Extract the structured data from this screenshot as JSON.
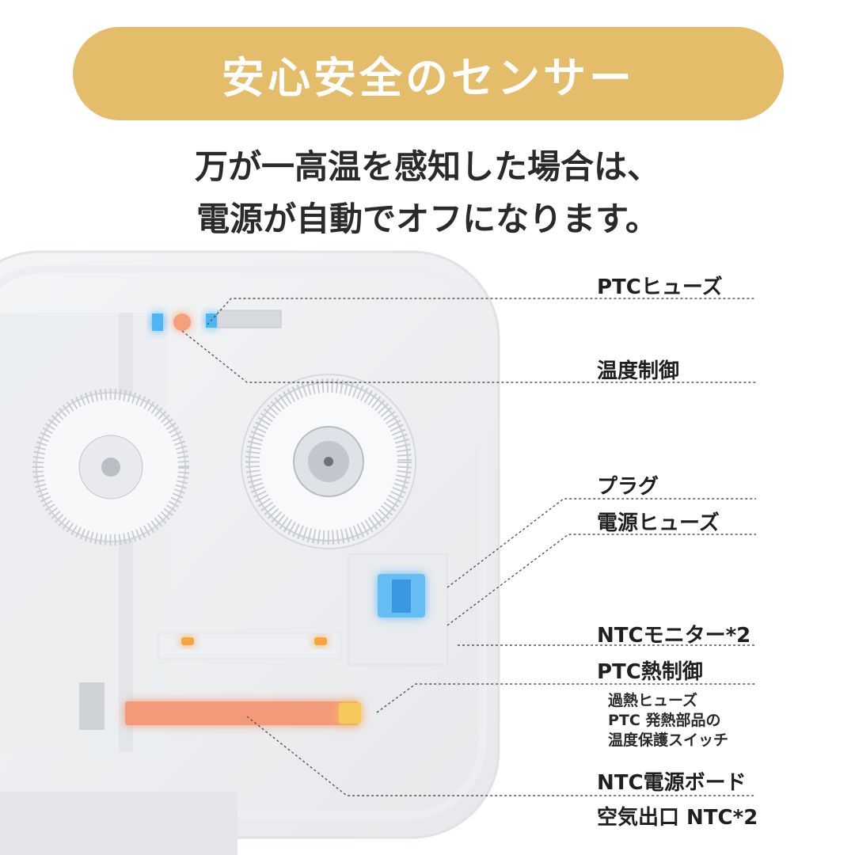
{
  "banner": {
    "title": "安心安全のセンサー"
  },
  "headline": {
    "line1": "万が一高温を感知した場合は、",
    "line2": "電源が自動でオフになります。"
  },
  "labels": {
    "ptc_fuse": "PTCヒューズ",
    "temp_control": "温度制御",
    "plug": "プラグ",
    "power_fuse": "電源ヒューズ",
    "ntc_monitor": "NTCモニター*2",
    "ptc_heat_control": "PTC熱制御",
    "ptc_sub": [
      "過熱ヒューズ",
      "PTC 発熱部品の",
      "温度保護スイッチ"
    ],
    "ntc_board": "NTC電源ボード",
    "air_outlet": "空気出口 NTC*2"
  },
  "colors": {
    "banner": "#e3bd6a",
    "heater": "#f29a7a",
    "sensor_blue": "#4fb6f5",
    "led_orange": "#f5a640"
  }
}
